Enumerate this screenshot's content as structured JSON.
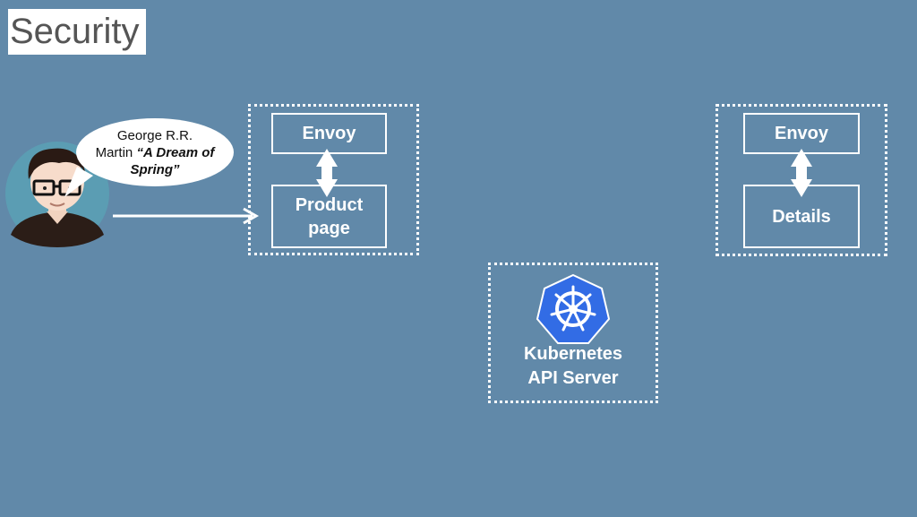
{
  "slide": {
    "title": "Security"
  },
  "user": {
    "quote_line1": "George R.R.",
    "quote_line2a": "Martin ",
    "quote_line2b": "“A Dream of",
    "quote_line3": "Spring”"
  },
  "pod_product": {
    "envoy_label": "Envoy",
    "app_label_line1": "Product",
    "app_label_line2": "page"
  },
  "pod_details": {
    "envoy_label": "Envoy",
    "app_label": "Details"
  },
  "k8s": {
    "label_line1": "Kubernetes",
    "label_line2": "API Server",
    "logo_color": "#326ce5"
  },
  "colors": {
    "background": "#6189a9",
    "line": "#ffffff"
  }
}
